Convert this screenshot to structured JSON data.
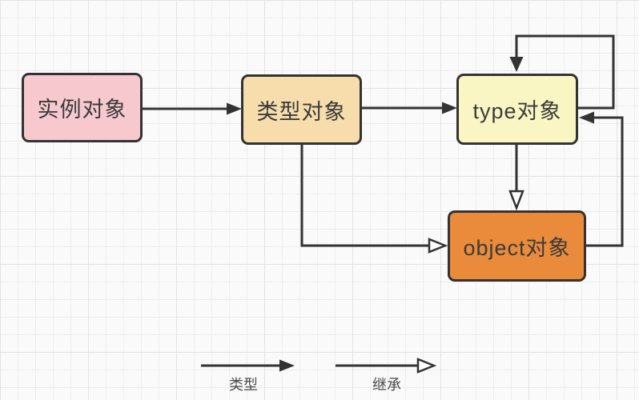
{
  "diagram": {
    "nodes": {
      "instance": {
        "label": "实例对象",
        "fill": "#f7c9cf"
      },
      "class": {
        "label": "类型对象",
        "fill": "#f6ddab"
      },
      "type": {
        "label": "type对象",
        "fill": "#faf6c4"
      },
      "object": {
        "label": "object对象",
        "fill": "#e98b3b"
      }
    },
    "edges": [
      {
        "from": "实例对象",
        "to": "类型对象",
        "relation": "类型",
        "arrow": "solid"
      },
      {
        "from": "类型对象",
        "to": "type对象",
        "relation": "类型",
        "arrow": "solid"
      },
      {
        "from": "type对象",
        "to": "type对象",
        "relation": "类型",
        "arrow": "solid"
      },
      {
        "from": "object对象",
        "to": "type对象",
        "relation": "类型",
        "arrow": "solid"
      },
      {
        "from": "type对象",
        "to": "object对象",
        "relation": "继承",
        "arrow": "hollow"
      },
      {
        "from": "类型对象",
        "to": "object对象",
        "relation": "继承",
        "arrow": "hollow"
      }
    ],
    "legend": {
      "type_label": "类型",
      "inherit_label": "继承"
    },
    "colors": {
      "background": "#fafafa",
      "grid_line": "#ededed",
      "stroke": "#333333",
      "text": "#3b3b3b",
      "instance_fill": "#f7c9cf",
      "class_fill": "#f6ddab",
      "type_fill": "#faf6c4",
      "object_fill": "#e98b3b"
    }
  }
}
